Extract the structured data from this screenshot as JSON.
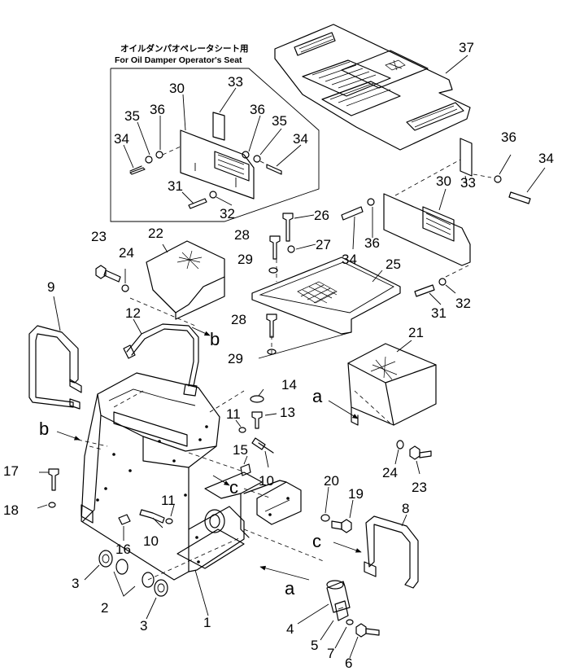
{
  "inset": {
    "caption_jp": "オイルダンパオペレータシート用",
    "caption_en": "For Oil Damper Operator's Seat"
  },
  "callouts": {
    "c1": "1",
    "c2": "2",
    "c3a": "3",
    "c3b": "3",
    "c4": "4",
    "c5": "5",
    "c6": "6",
    "c7": "7",
    "c8": "8",
    "c9": "9",
    "c10a": "10",
    "c10b": "10",
    "c11a": "11",
    "c11b": "11",
    "c12": "12",
    "c13": "13",
    "c14": "14",
    "c15": "15",
    "c16": "16",
    "c17": "17",
    "c18": "18",
    "c19": "19",
    "c20": "20",
    "c21": "21",
    "c22": "22",
    "c23a": "23",
    "c23b": "23",
    "c24a": "24",
    "c24b": "24",
    "c25": "25",
    "c26": "26",
    "c27": "27",
    "c28a": "28",
    "c28b": "28",
    "c29a": "29",
    "c29b": "29",
    "c30a": "30",
    "c30b": "30",
    "c31a": "31",
    "c31b": "31",
    "c32a": "32",
    "c32b": "32",
    "c33a": "33",
    "c33b": "33",
    "c34a": "34",
    "c34b": "34",
    "c34c": "34",
    "c34d": "34",
    "c35a": "35",
    "c35b": "35",
    "c36a": "36",
    "c36b": "36",
    "c36c": "36",
    "c36d": "36",
    "c37": "37"
  },
  "markers": {
    "a_upper": "a",
    "a_lower": "a",
    "b_upper": "b",
    "b_lower": "b",
    "c_upper": "c",
    "c_lower": "c"
  }
}
